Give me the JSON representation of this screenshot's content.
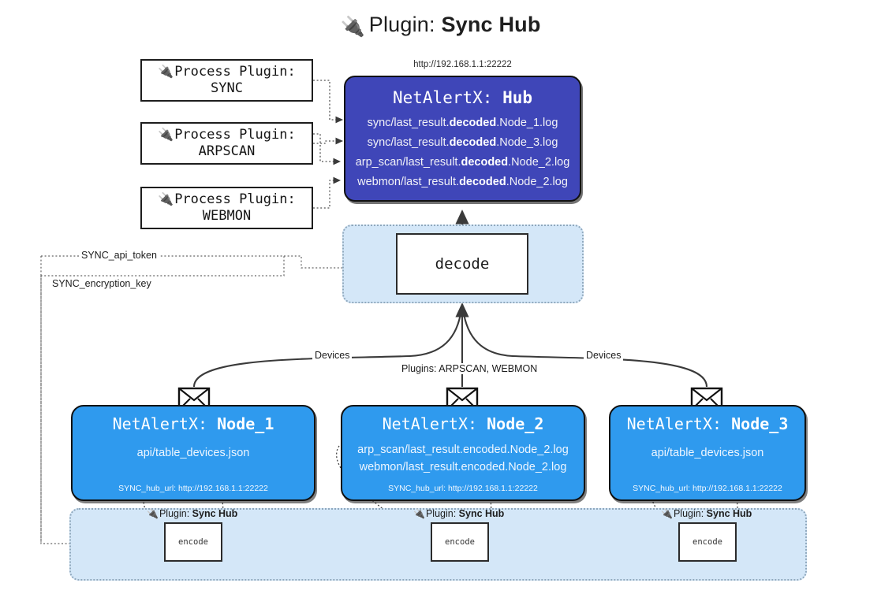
{
  "header": {
    "plug_icon": "🔌",
    "prefix": "Plugin:",
    "name": "Sync Hub"
  },
  "process_plugins": [
    {
      "line1": "Process Plugin:",
      "line2": "SYNC",
      "name": "SYNC"
    },
    {
      "line1": "Process Plugin:",
      "line2": "ARPSCAN",
      "name": "ARPSCAN"
    },
    {
      "line1": "Process Plugin:",
      "line2": "WEBMON",
      "name": "WEBMON"
    }
  ],
  "hub": {
    "url": "http://192.168.1.1:22222",
    "title_prefix": "NetAlertX:",
    "title_name": "Hub",
    "logs": [
      {
        "pre": "sync/last_result.",
        "mid": "decoded",
        "post": ".Node_1.log"
      },
      {
        "pre": "sync/last_result.",
        "mid": "decoded",
        "post": ".Node_3.log"
      },
      {
        "pre": "arp_scan/last_result.",
        "mid": "decoded",
        "post": ".Node_2.log"
      },
      {
        "pre": "webmon/last_result.",
        "mid": "decoded",
        "post": ".Node_2.log"
      }
    ]
  },
  "decode": {
    "label": "decode"
  },
  "secrets": [
    {
      "label": "SYNC_api_token"
    },
    {
      "label": "SYNC_encryption_key"
    }
  ],
  "edge_labels": {
    "devices_left": "Devices",
    "devices_right": "Devices",
    "plugins_mid": "Plugins: ARPSCAN, WEBMON"
  },
  "nodes": [
    {
      "title_prefix": "NetAlertX:",
      "title_name": "Node_1",
      "lines": [
        "api/table_devices.json"
      ],
      "footer": "SYNC_hub_url: http://192.168.1.1:22222"
    },
    {
      "title_prefix": "NetAlertX:",
      "title_name": "Node_2",
      "lines": [
        "arp_scan/last_result.encoded.Node_2.log",
        "webmon/last_result.encoded.Node_2.log"
      ],
      "footer": "SYNC_hub_url: http://192.168.1.1:22222"
    },
    {
      "title_prefix": "NetAlertX:",
      "title_name": "Node_3",
      "lines": [
        "api/table_devices.json"
      ],
      "footer": "SYNC_hub_url: http://192.168.1.1:22222"
    }
  ],
  "encoders": [
    {
      "plug_icon": "🔌",
      "label_prefix": "Plugin:",
      "label_name": "Sync Hub",
      "box": "encode"
    },
    {
      "plug_icon": "🔌",
      "label_prefix": "Plugin:",
      "label_name": "Sync Hub",
      "box": "encode"
    },
    {
      "plug_icon": "🔌",
      "label_prefix": "Plugin:",
      "label_name": "Sync Hub",
      "box": "encode"
    }
  ],
  "colors": {
    "hub": "#3f46b8",
    "node": "#2f9aee",
    "panel": "#d4e7f8",
    "stroke": "#3a3a3a"
  }
}
